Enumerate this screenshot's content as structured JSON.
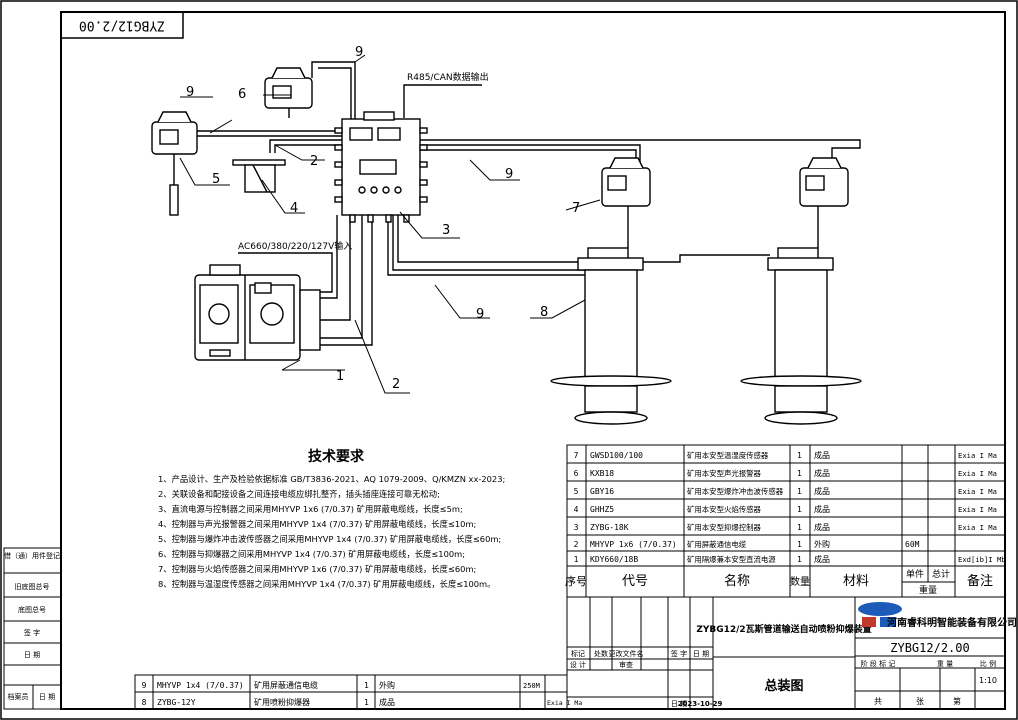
{
  "drawing_number_top": "ZYBG12/2.00",
  "signal_label": "R485/CAN数据输出",
  "power_label": "AC660/380/220/127V输入",
  "callouts": {
    "c1": "1",
    "c2a": "2",
    "c2b": "2",
    "c3": "3",
    "c4": "4",
    "c5": "5",
    "c6": "6",
    "c7": "7",
    "c8": "8",
    "c9a": "9",
    "c9b": "9",
    "c9c": "9",
    "c9d": "9"
  },
  "tech": {
    "title": "技术要求",
    "items": [
      "1、产品设计、生产及检验依据标准 GB/T3836-2021、AQ 1079-2009、Q/KMZN xx-2023;",
      "2、关联设备和配接设备之间连接电缆应绑扎整齐，插头插座连接可靠无松动;",
      "3、直流电源与控制器之间采用MHYVP 1x6 (7/0.37) 矿用屏蔽电缆线，长度≤5m;",
      "4、控制器与声光报警器之间采用MHYVP 1x4 (7/0.37) 矿用屏蔽电缆线，长度≤10m;",
      "5、控制器与爆炸冲击波传感器之间采用MHYVP 1x4 (7/0.37) 矿用屏蔽电缆线，长度≤60m;",
      "6、控制器与抑爆器之间采用MHYVP 1x4 (7/0.37) 矿用屏蔽电缆线，长度≤100m;",
      "7、控制器与火焰传感器之间采用MHYVP 1x6 (7/0.37) 矿用屏蔽电缆线，长度≤60m;",
      "8、控制器与温湿度传感器之间采用MHYVP 1x4 (7/0.37) 矿用屏蔽电缆线，长度≤100m。"
    ]
  },
  "bom": {
    "rows": [
      {
        "seq": "7",
        "code": "GWSD100/100",
        "name": "矿用本安型温湿度传感器",
        "qty": "1",
        "mat": "成品",
        "unit": "",
        "total": "",
        "remark": "Exia I Ma"
      },
      {
        "seq": "6",
        "code": "KXB18",
        "name": "矿用本安型声光报警器",
        "qty": "1",
        "mat": "成品",
        "unit": "",
        "total": "",
        "remark": "Exia I Ma"
      },
      {
        "seq": "5",
        "code": "GBY16",
        "name": "矿用本安型爆炸冲击波传感器",
        "qty": "1",
        "mat": "成品",
        "unit": "",
        "total": "",
        "remark": "Exia I Ma"
      },
      {
        "seq": "4",
        "code": "GHHZ5",
        "name": "矿用本安型火焰传感器",
        "qty": "1",
        "mat": "成品",
        "unit": "",
        "total": "",
        "remark": "Exia I Ma"
      },
      {
        "seq": "3",
        "code": "ZYBG-18K",
        "name": "矿用本安型抑爆控制器",
        "qty": "1",
        "mat": "成品",
        "unit": "",
        "total": "",
        "remark": "Exia I Ma"
      },
      {
        "seq": "2",
        "code": "MHYVP 1x6 (7/0.37)",
        "name": "矿用屏蔽通信电缆",
        "qty": "1",
        "mat": "外购",
        "unit": "",
        "total": "60M",
        "remark": ""
      },
      {
        "seq": "1",
        "code": "KDY660/18B",
        "name": "矿用隔爆兼本安型直流电源",
        "qty": "1",
        "mat": "成品",
        "unit": "",
        "total": "",
        "remark": "Exd[ib]I Mb"
      }
    ],
    "bottom_rows": [
      {
        "seq": "9",
        "code": "MHYVP 1x4 (7/0.37)",
        "name": "矿用屏蔽通信电缆",
        "qty": "1",
        "mat": "外购",
        "total": "250M",
        "remark": ""
      },
      {
        "seq": "8",
        "code": "ZYBG-12Y",
        "name": "矿用喷粉抑爆器",
        "qty": "1",
        "mat": "成品",
        "total": "",
        "remark": "Exia I Ma"
      }
    ],
    "headers": {
      "seq": "序号",
      "code": "代号",
      "name": "名称",
      "qty": "数量",
      "mat": "材料",
      "unit": "单件",
      "total": "总计",
      "weight": "重量",
      "remark": "备注"
    }
  },
  "title_block": {
    "project": "ZYBG12/2瓦斯管道输送自动喷粉抑爆装置",
    "company": "河南睿科明智能装备有限公司",
    "drawing_no": "ZYBG12/2.00",
    "drawing_name": "总装图",
    "date": "2023-10-29",
    "date_label": "日 期",
    "scale": "1:10",
    "labels": {
      "mark": "标记",
      "count": "处数",
      "doc": "更改文件名",
      "sign": "签 字",
      "date": "日 期",
      "design": "设 计",
      "review": "审查",
      "stage_mark": "阶 段 标 记",
      "weight": "重 量",
      "ratio": "比 例",
      "total": "共",
      "sheet": "张",
      "page": "第"
    }
  },
  "left_stamp": [
    "借（通）用件登记",
    "旧底图总号",
    "底图总号",
    "签 字",
    "日 期",
    "档案员",
    "日 期"
  ]
}
